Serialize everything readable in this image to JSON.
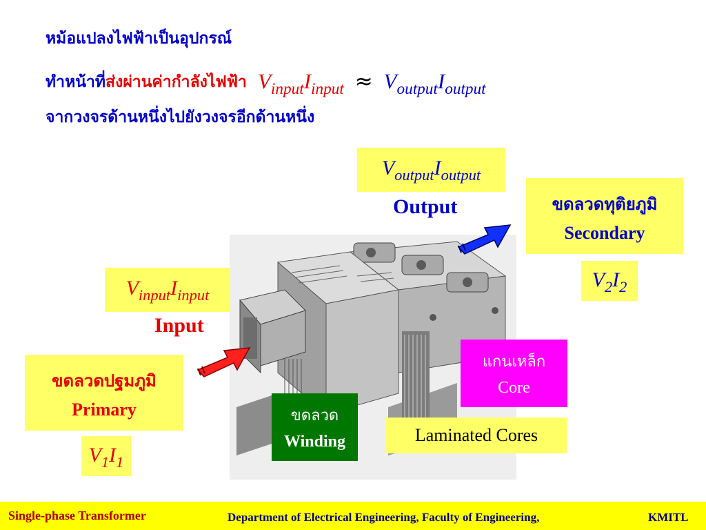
{
  "title": {
    "line1": "หม้อแปลงไฟฟ้าเป็นอุปกรณ์",
    "line2_prefix": "ทำหน้าที่",
    "line2_highlight": "ส่งผ่านค่ากำลังไฟฟ้า",
    "line3": "จากวงจรด้านหนึ่งไปยังวงจรอีกด้านหนึ่ง",
    "eq_v_in": "V",
    "eq_v_in_sub": "input",
    "eq_i_in": "I",
    "eq_i_in_sub": "input",
    "approx": "≈",
    "eq_v_out": "V",
    "eq_v_out_sub": "output",
    "eq_i_out": "I",
    "eq_i_out_sub": "output"
  },
  "output": {
    "v": "V",
    "v_sub": "output",
    "i": "I",
    "i_sub": "output",
    "label": "Output"
  },
  "secondary": {
    "thai": "ขดลวดทุติยภูมิ",
    "english": "Secondary",
    "v": "V",
    "v_sub": "2",
    "i": "I",
    "i_sub": "2"
  },
  "input": {
    "v": "V",
    "v_sub": "input",
    "i": "I",
    "i_sub": "input",
    "label": "Input"
  },
  "primary": {
    "thai": "ขดลวดปฐมภูมิ",
    "english": "Primary",
    "v": "V",
    "v_sub": "1",
    "i": "I",
    "i_sub": "1"
  },
  "core": {
    "thai": "แกนเหล็ก",
    "english": "Core"
  },
  "winding": {
    "thai": "ขดลวด",
    "english": "Winding"
  },
  "laminated": "Laminated Cores",
  "footer": {
    "left": "Single-phase Transformer",
    "middle": "Department of Electrical Engineering, Faculty of Engineering,",
    "right": "KMITL"
  },
  "colors": {
    "blue": "#0000cc",
    "red": "#e60000",
    "yellow": "#ffff66",
    "magenta": "#ff00ff",
    "green": "#007700"
  }
}
